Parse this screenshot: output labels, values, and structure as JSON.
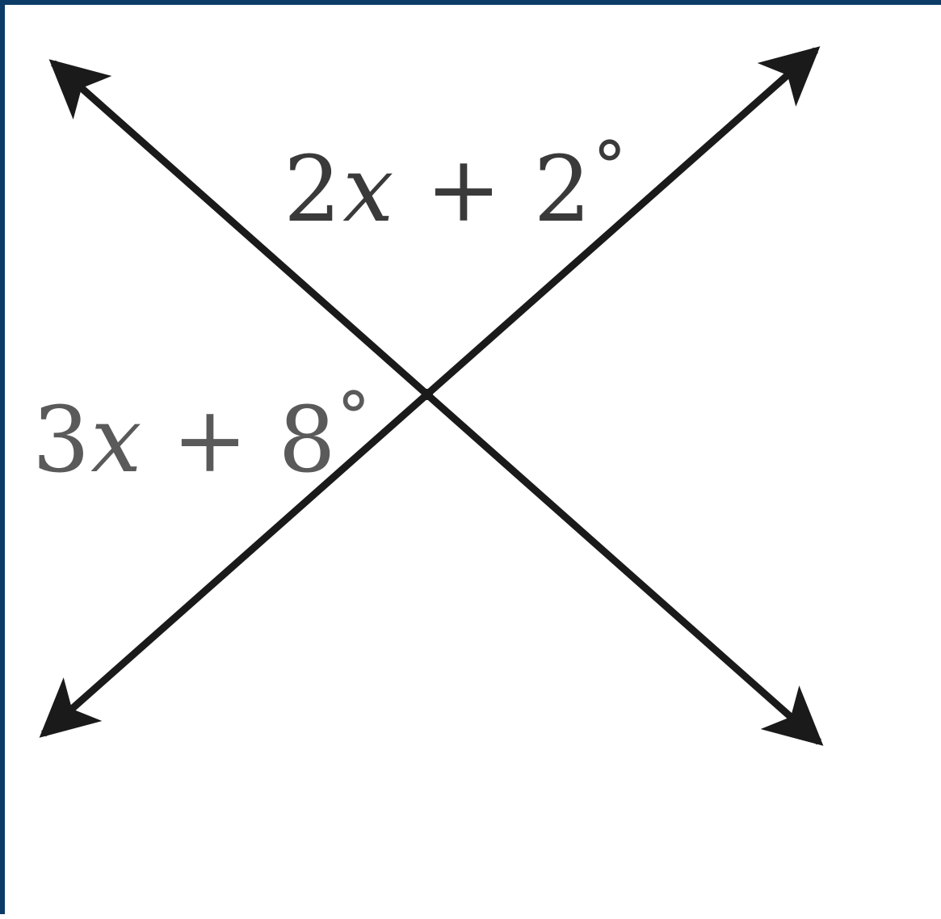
{
  "angle_labels": {
    "top": {
      "coefficient": "2",
      "variable": "x",
      "operator": " + ",
      "constant": "2",
      "degree": "°"
    },
    "left": {
      "coefficient": "3",
      "variable": "x",
      "operator": " + ",
      "constant": "8",
      "degree": "°"
    }
  },
  "colors": {
    "line": "#1a1a1a",
    "label_top": "#3a3a3a",
    "label_left": "#5a5a5a",
    "frame": "#0b3b66"
  }
}
